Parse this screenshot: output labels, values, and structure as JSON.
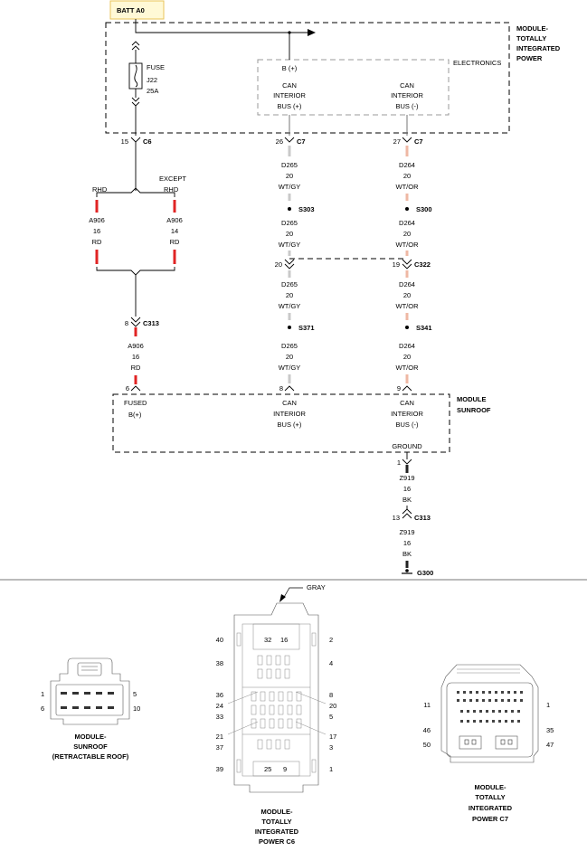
{
  "diagram": {
    "batt_label": "BATT A0",
    "module_tip": {
      "label_lines": [
        "MODULE-",
        "TOTALLY",
        "INTEGRATED",
        "POWER"
      ],
      "fuse": {
        "lines": [
          "FUSE",
          "J22",
          "25A"
        ]
      },
      "electronics_label": "ELECTRONICS",
      "pins": [
        {
          "lines": [
            "B (+)"
          ]
        },
        {
          "lines": [
            "CAN",
            "INTERIOR",
            "BUS (+)"
          ]
        },
        {
          "lines": [
            "CAN",
            "INTERIOR",
            "BUS (-)"
          ]
        }
      ]
    },
    "connectors_top": [
      {
        "pin": "15",
        "name": "C6"
      },
      {
        "pin": "26",
        "name": "C7"
      },
      {
        "pin": "27",
        "name": "C7"
      }
    ],
    "branch": {
      "rhd": "RHD",
      "except_lines": [
        "EXCEPT",
        "RHD"
      ],
      "left_wire": [
        "A906",
        "16",
        "RD"
      ],
      "right_wire": [
        "A906",
        "14",
        "RD"
      ]
    },
    "column_left_upper": {
      "wire1": [
        "D265",
        "20",
        "WT/GY"
      ],
      "splice": "S303",
      "wire2": [
        "D265",
        "20",
        "WT/GY"
      ]
    },
    "column_right_upper": {
      "wire1": [
        "D264",
        "20",
        "WT/OR"
      ],
      "splice": "S300",
      "wire2": [
        "D264",
        "20",
        "WT/OR"
      ]
    },
    "c322": {
      "name": "C322",
      "pin_left": "20",
      "pin_right": "19"
    },
    "column_left_lower": {
      "wire1": [
        "D265",
        "20",
        "WT/GY"
      ],
      "splice": "S371",
      "wire2": [
        "D265",
        "20",
        "WT/GY"
      ]
    },
    "column_right_lower": {
      "wire1": [
        "D264",
        "20",
        "WT/OR"
      ],
      "splice": "S341",
      "wire2": [
        "D264",
        "20",
        "WT/OR"
      ]
    },
    "c313_upper": {
      "pin": "8",
      "name": "C313",
      "wire": [
        "A906",
        "16",
        "RD"
      ]
    },
    "module_sunroof": {
      "label_lines": [
        "MODULE",
        "SUNROOF"
      ],
      "pins": [
        {
          "pin": "6",
          "lines": [
            "FUSED",
            "B(+)"
          ]
        },
        {
          "pin": "8",
          "lines": [
            "CAN",
            "INTERIOR",
            "BUS (+)"
          ]
        },
        {
          "pin": "9",
          "lines": [
            "CAN",
            "INTERIOR",
            "BUS (-)"
          ]
        }
      ],
      "ground_label": "GROUND"
    },
    "ground_path": {
      "pin1": "1",
      "wire1": [
        "Z919",
        "16",
        "BK"
      ],
      "c313_pin": "13",
      "c313_name": "C313",
      "wire2": [
        "Z919",
        "16",
        "BK"
      ],
      "ground": "G300"
    }
  },
  "connector_views": {
    "sunroof": {
      "pins": {
        "tl": "1",
        "bl": "6",
        "tr": "5",
        "br": "10"
      },
      "caption": [
        "MODULE-",
        "SUNROOF",
        "(RETRACTABLE ROOF)"
      ]
    },
    "tip_c6": {
      "gray_label": "GRAY",
      "top_pins": [
        "32",
        "16"
      ],
      "bottom_pins": [
        "25",
        "9"
      ],
      "left_pins": [
        "40",
        "38",
        "36",
        "24",
        "33",
        "21",
        "37",
        "39"
      ],
      "right_pins": [
        "2",
        "4",
        "8",
        "20",
        "5",
        "17",
        "3",
        "1"
      ],
      "caption": [
        "MODULE-",
        "TOTALLY",
        "INTEGRATED",
        "POWER C6"
      ]
    },
    "tip_c7": {
      "left_pins": [
        "11",
        "46",
        "50"
      ],
      "right_pins": [
        "1",
        "35",
        "47"
      ],
      "caption": [
        "MODULE-",
        "TOTALLY",
        "INTEGRATED",
        "POWER C7"
      ]
    }
  },
  "colors": {
    "rd": "#e02424",
    "wt_gy": "#c9c9c9",
    "wt_or": "#efb8a4",
    "bk": "#222222",
    "batt_bg": "#fff9d6",
    "batt_border": "#e8c45a"
  }
}
